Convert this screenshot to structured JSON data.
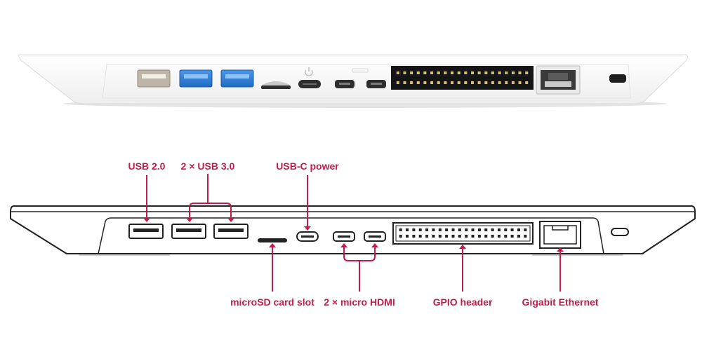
{
  "labels": {
    "usb2": "USB 2.0",
    "usb3": "2 × USB 3.0",
    "usbc": "USB-C power",
    "microsd": "microSD card slot",
    "hdmi": "2 × micro HDMI",
    "gpio": "GPIO header",
    "ethernet": "Gigabit Ethernet"
  },
  "colors": {
    "accent": "#c31c4a",
    "usb3_blue": "#2f7fd6",
    "body_white": "#ffffff",
    "port_dark": "#2a2a2a"
  },
  "icons": {
    "power": "power-icon",
    "hdmi": "hdmi-logo",
    "lock": "kensington-lock-icon"
  }
}
